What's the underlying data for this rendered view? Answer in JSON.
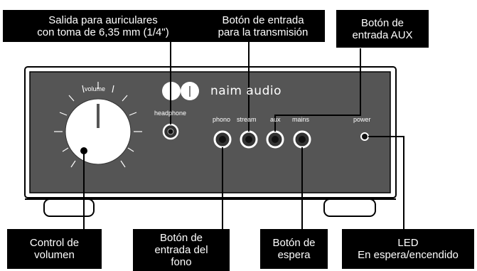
{
  "callouts": {
    "headphone": "Salida para auriculares\ncon toma de 6,35 mm (1/4\")",
    "stream": "Botón de entrada\npara la transmisión",
    "aux": "Botón de\nentrada AUX",
    "volume": "Control de\nvolumen",
    "phono": "Botón de\nentrada del\nfono",
    "mains": "Botón de\nespera",
    "led": "LED\nEn espera/encendido"
  },
  "panel": {
    "volume": "volume",
    "headphone": "headphone",
    "phono": "phono",
    "stream": "stream",
    "aux": "aux",
    "mains": "mains",
    "power": "power",
    "brand": "naim audio"
  },
  "colors": {
    "panel": "#555555",
    "frame": "#f2f2f2",
    "callout_bg": "#000000"
  }
}
